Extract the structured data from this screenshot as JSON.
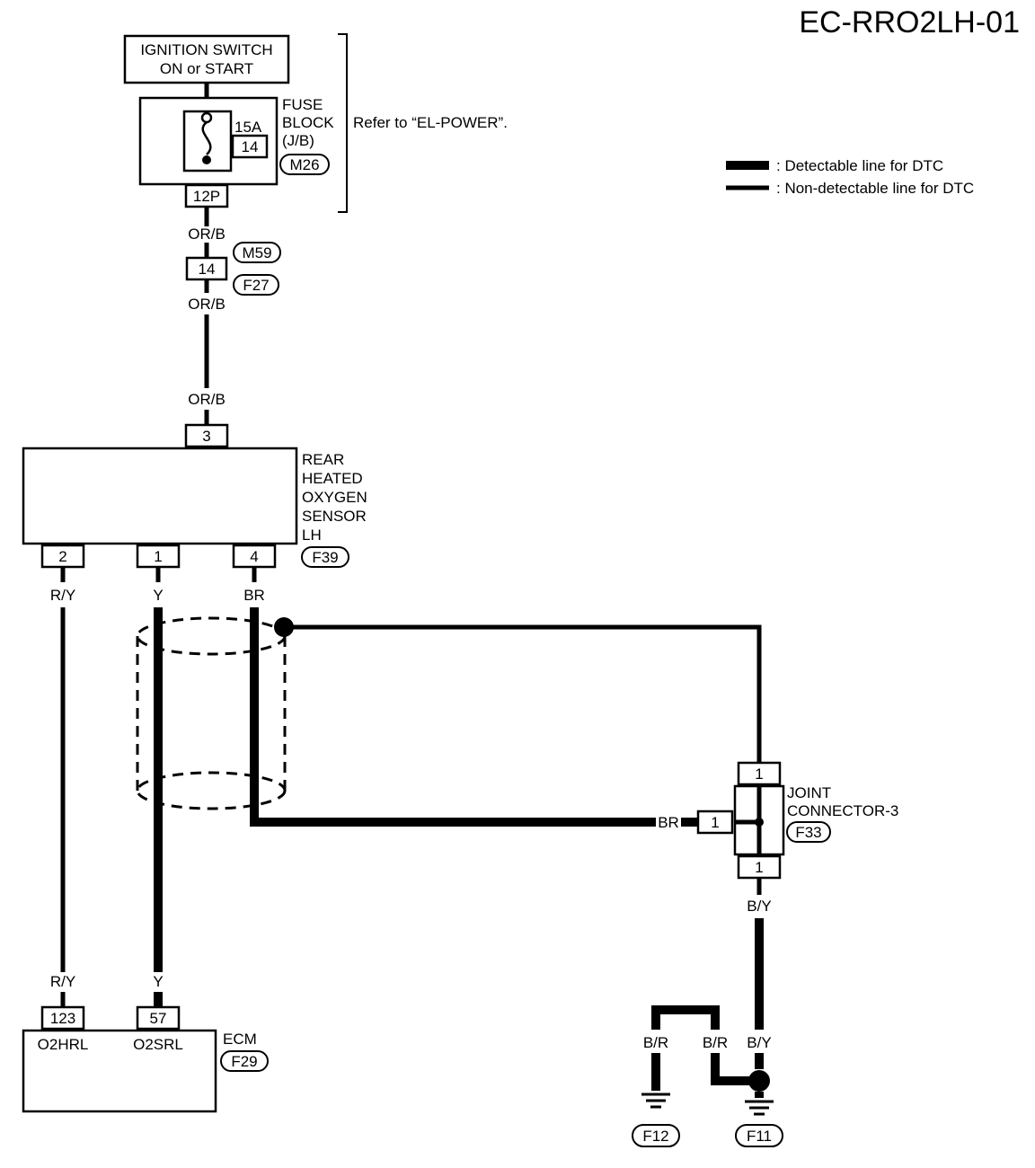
{
  "title": "EC-RRO2LH-01",
  "legend": {
    "detectable": ": Detectable line for DTC",
    "non_detectable": ": Non-detectable line for DTC"
  },
  "ignition": {
    "line1": "IGNITION SWITCH",
    "line2": "ON or START"
  },
  "fuse_block": {
    "label1": "FUSE",
    "label2": "BLOCK",
    "label3": "(J/B)",
    "amps": "15A",
    "fuse_no": "14",
    "connector": "M26",
    "pin": "12P",
    "refer": "Refer to “EL-POWER”."
  },
  "harness_connector": {
    "pin": "14",
    "top": "M59",
    "bottom": "F27"
  },
  "wires": {
    "orb_1": "OR/B",
    "orb_2": "OR/B",
    "orb_3": "OR/B",
    "ry_top": "R/Y",
    "y_top": "Y",
    "br_top": "BR",
    "ry_bottom": "R/Y",
    "y_bottom": "Y",
    "br_joint": "BR",
    "by_top": "B/Y",
    "br_left": "B/R",
    "br_right": "B/R",
    "by_bottom": "B/Y"
  },
  "sensor": {
    "line1": "REAR",
    "line2": "HEATED",
    "line3": "OXYGEN",
    "line4": "SENSOR",
    "line5": "LH",
    "connector": "F39",
    "pin_top": "3",
    "pin_a": "2",
    "pin_b": "1",
    "pin_c": "4"
  },
  "joint": {
    "line1": "JOINT",
    "line2": "CONNECTOR-3",
    "connector": "F33",
    "pin_top": "1",
    "pin_side": "1",
    "pin_bottom": "1"
  },
  "ecm": {
    "label": "ECM",
    "connector": "F29",
    "pin_a": "123",
    "pin_b": "57",
    "term_a": "O2HRL",
    "term_b": "O2SRL"
  },
  "grounds": {
    "left": "F12",
    "right": "F11"
  }
}
